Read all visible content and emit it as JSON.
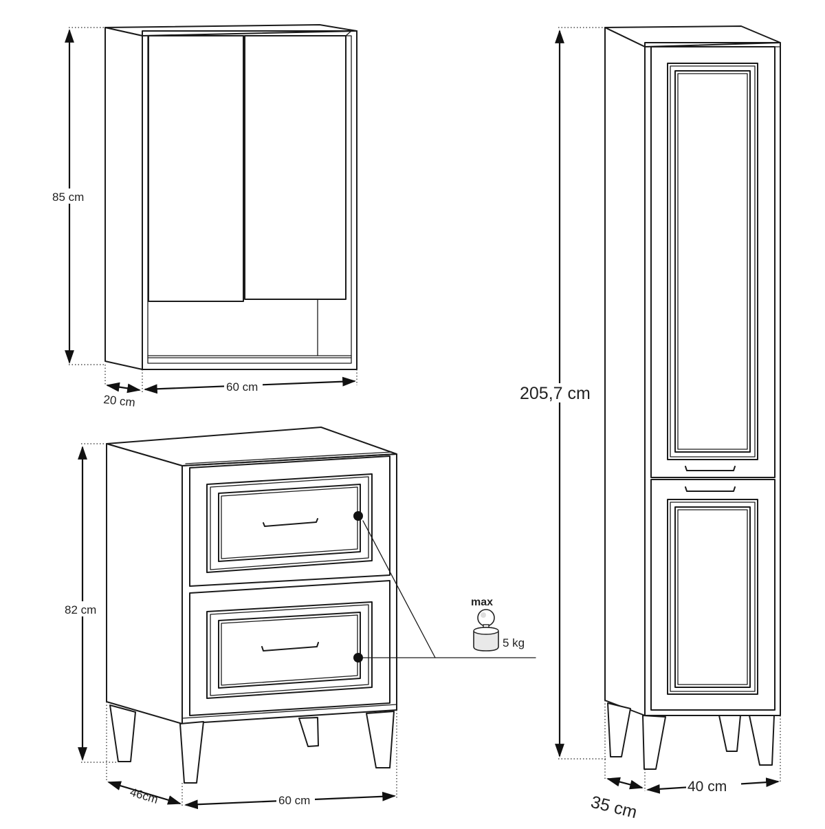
{
  "wall_cabinet": {
    "height_label": "85 cm",
    "depth_label": "20 cm",
    "width_label": "60 cm"
  },
  "drawer_cabinet": {
    "height_label": "82 cm",
    "depth_label": "46cm",
    "width_label": "60 cm"
  },
  "tall_cabinet": {
    "height_label": "205,7 cm",
    "depth_label": "35 cm",
    "width_label": "40 cm"
  },
  "load_callout": {
    "max_label": "max",
    "weight_label": "5 kg",
    "icon": "weight-icon"
  }
}
